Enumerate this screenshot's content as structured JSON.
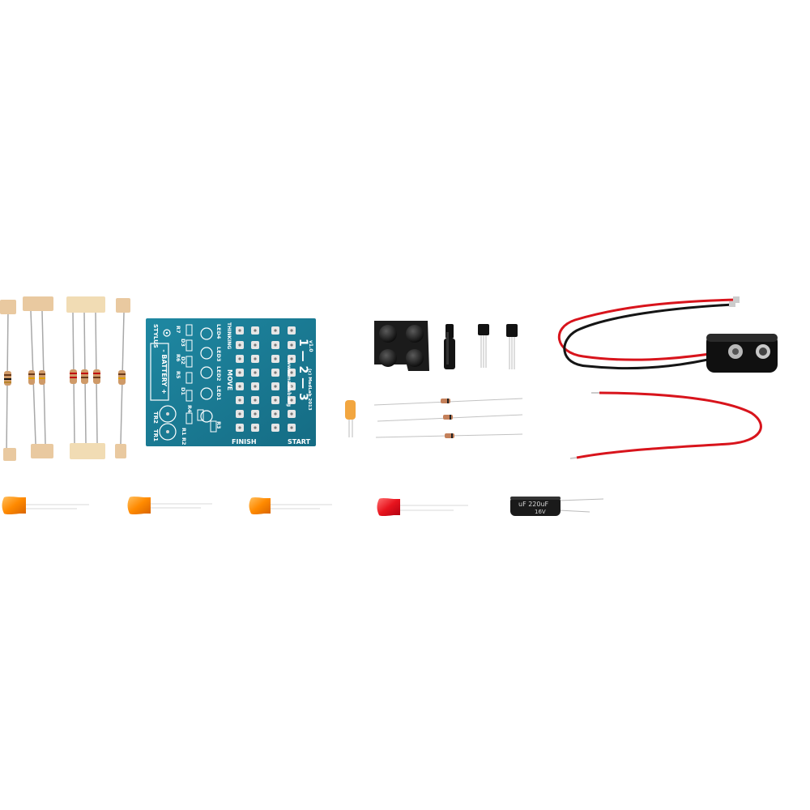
{
  "pcb": {
    "stylus": "STYLUS",
    "battery": "- BATTERY +",
    "tr1": "TR1",
    "tr2": "TR2",
    "r1": "R1",
    "r2": "R2",
    "r3": "R3",
    "r4": "R4",
    "r5": "R5",
    "r6": "R6",
    "r7": "R7",
    "d1": "D1",
    "d2": "D2",
    "d3": "D3",
    "led1": "LED1",
    "led2": "LED2",
    "led3": "LED3",
    "led4": "LED4",
    "thinking": "THINKING",
    "move": "MOVE",
    "digits": "1 — 2 — 3",
    "site": "www.madlab.org",
    "copyright": "(c) MadLab 2013",
    "version": "v1.0",
    "finish": "FINISH",
    "start": "START"
  },
  "capacitor": {
    "line1": "uF 220uF",
    "line2": "16V"
  },
  "colors": {
    "pcb": "#1a7a93",
    "led_orange": "#ff8a00",
    "led_red": "#e8141e",
    "wire_red": "#d8141c",
    "wire_black": "#151515"
  }
}
